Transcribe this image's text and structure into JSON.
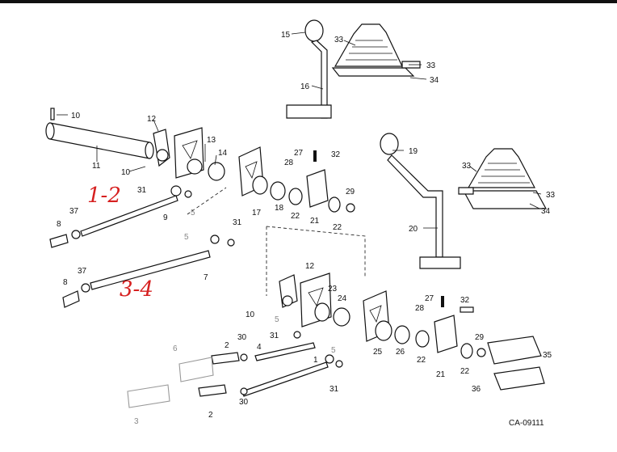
{
  "diagram": {
    "code": "CA-09111",
    "handwritten": {
      "gear_1_2": "1-2",
      "gear_3_4": "3-4"
    },
    "callouts": {
      "p1": "1",
      "p2a": "2",
      "p2b": "2",
      "p3": "3",
      "p4": "4",
      "p5a": "5",
      "p5b": "5",
      "p5c": "5",
      "p5d": "5",
      "p6": "6",
      "p7": "7",
      "p8a": "8",
      "p8b": "8",
      "p9": "9",
      "p10a": "10",
      "p10b": "10",
      "p10c": "10",
      "p11": "11",
      "p12a": "12",
      "p12b": "12",
      "p13": "13",
      "p14": "14",
      "p15": "15",
      "p16": "16",
      "p17": "17",
      "p18": "18",
      "p19": "19",
      "p20": "20",
      "p21a": "21",
      "p21b": "21",
      "p22a": "22",
      "p22b": "22",
      "p22c": "22",
      "p22d": "22",
      "p23": "23",
      "p24": "24",
      "p25": "25",
      "p26": "26",
      "p27a": "27",
      "p27b": "27",
      "p28a": "28",
      "p28b": "28",
      "p29a": "29",
      "p29b": "29",
      "p30a": "30",
      "p30b": "30",
      "p31a": "31",
      "p31b": "31",
      "p31c": "31",
      "p31d": "31",
      "p32a": "32",
      "p32b": "32",
      "p33a": "33",
      "p33b": "33",
      "p33c": "33",
      "p33d": "33",
      "p34a": "34",
      "p34b": "34",
      "p35": "35",
      "p36": "36",
      "p37a": "37",
      "p37b": "37"
    }
  }
}
